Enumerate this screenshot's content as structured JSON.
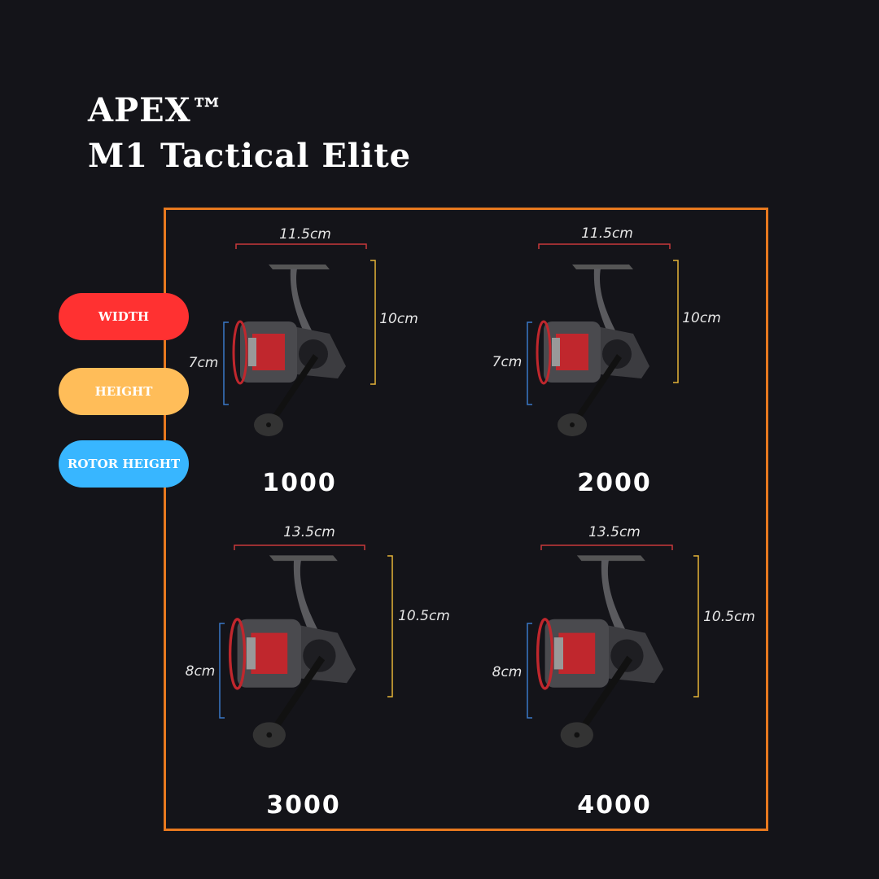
{
  "title": {
    "line1": "APEX™",
    "line2": "M1 Tactical Elite"
  },
  "legend": [
    {
      "label": "WIDTH",
      "color": "#ff3131"
    },
    {
      "label": "HEIGHT",
      "color": "#ffbd59"
    },
    {
      "label": "ROTOR HEIGHT",
      "color": "#38b6ff"
    }
  ],
  "frame_color": "#e8791f",
  "models": [
    {
      "size": "1000",
      "width": "11.5cm",
      "height": "10cm",
      "rotor_height": "7cm"
    },
    {
      "size": "2000",
      "width": "11.5cm",
      "height": "10cm",
      "rotor_height": "7cm"
    },
    {
      "size": "3000",
      "width": "13.5cm",
      "height": "10.5cm",
      "rotor_height": "8cm"
    },
    {
      "size": "4000",
      "width": "13.5cm",
      "height": "10.5cm",
      "rotor_height": "8cm"
    }
  ]
}
